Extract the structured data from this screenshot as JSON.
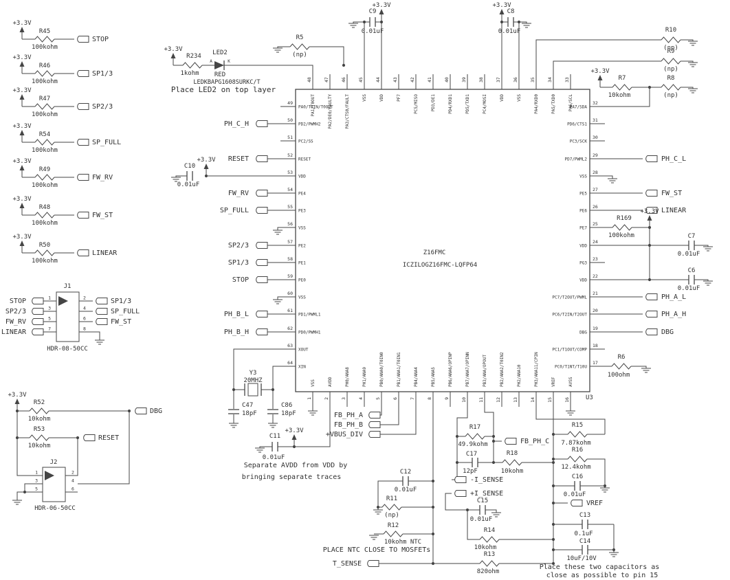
{
  "power_net": "+3.3V",
  "pullup_bank": {
    "items": [
      {
        "ref": "R45",
        "value": "100kohm",
        "net": "STOP"
      },
      {
        "ref": "R46",
        "value": "100kohm",
        "net": "SP1/3"
      },
      {
        "ref": "R47",
        "value": "100kohm",
        "net": "SP2/3"
      },
      {
        "ref": "R54",
        "value": "100kohm",
        "net": "SP_FULL"
      },
      {
        "ref": "R49",
        "value": "100kohm",
        "net": "FW_RV"
      },
      {
        "ref": "R48",
        "value": "100kohm",
        "net": "FW_ST"
      },
      {
        "ref": "R50",
        "value": "100kohm",
        "net": "LINEAR"
      }
    ]
  },
  "j1": {
    "refdes": "J1",
    "part": "HDR-08-50CC",
    "rows": [
      {
        "lpin": "1",
        "lnet": "STOP",
        "rpin": "2",
        "rnet": "SP1/3"
      },
      {
        "lpin": "3",
        "lnet": "SP2/3",
        "rpin": "4",
        "rnet": "SP_FULL"
      },
      {
        "lpin": "5",
        "lnet": "FW_RV",
        "rpin": "6",
        "rnet": "FW_ST"
      },
      {
        "lpin": "7",
        "lnet": "LINEAR",
        "rpin": "8",
        "rnet": ""
      }
    ]
  },
  "j2": {
    "refdes": "J2",
    "part": "HDR-06-50CC",
    "rows": [
      {
        "lpin": "1",
        "rpin": "2"
      },
      {
        "lpin": "3",
        "rpin": "4"
      },
      {
        "lpin": "5",
        "rpin": "6"
      }
    ]
  },
  "debug_header": {
    "r52": {
      "ref": "R52",
      "value": "10kohm"
    },
    "net_dbg": "DBG",
    "r53": {
      "ref": "R53",
      "value": "10kohm"
    },
    "net_reset": "RESET"
  },
  "led_circuit": {
    "r234": {
      "ref": "R234",
      "value": "1kohm"
    },
    "led": {
      "ref": "LED2",
      "color": "RED",
      "part": "LEDKBAPG1608SURKC/T",
      "anode": "A",
      "cathode": "K"
    },
    "r5": {
      "ref": "R5",
      "value": "(np)"
    },
    "note": "Place LED2 on top layer"
  },
  "ic": {
    "refdes": "U3",
    "name": "Z16FMC",
    "part": "ICZILOGZ16FMC-LQFP64",
    "left_pins": [
      {
        "num": "49",
        "name": "PA0/T0IN/T0OUT"
      },
      {
        "num": "50",
        "name": "PD2/PWMH2",
        "tag": "PH_C_H"
      },
      {
        "num": "51",
        "name": "PC2/SS"
      },
      {
        "num": "52",
        "name": "RESET",
        "tag": "RESET"
      },
      {
        "num": "53",
        "name": "VDD"
      },
      {
        "num": "54",
        "name": "PE4",
        "tag": "FW_RV"
      },
      {
        "num": "55",
        "name": "PE3",
        "tag": "SP_FULL"
      },
      {
        "num": "56",
        "name": "VSS"
      },
      {
        "num": "57",
        "name": "PE2",
        "tag": "SP2/3"
      },
      {
        "num": "58",
        "name": "PE1",
        "tag": "SP1/3"
      },
      {
        "num": "59",
        "name": "PE0",
        "tag": "STOP"
      },
      {
        "num": "60",
        "name": "VSS"
      },
      {
        "num": "61",
        "name": "PD1/PWML1",
        "tag": "PH_B_L"
      },
      {
        "num": "62",
        "name": "PD0/PWMH1",
        "tag": "PH_B_H"
      },
      {
        "num": "63",
        "name": "XOUT"
      },
      {
        "num": "64",
        "name": "XIN"
      }
    ],
    "top_pins": [
      {
        "num": "48",
        "name": "PA1/T0OUT"
      },
      {
        "num": "47",
        "name": "PA2/DE0/FAULTY"
      },
      {
        "num": "46",
        "name": "PA3/CTS0/FAULT"
      },
      {
        "num": "45",
        "name": "VSS"
      },
      {
        "num": "44",
        "name": "VDD"
      },
      {
        "num": "43",
        "name": "PF7"
      },
      {
        "num": "42",
        "name": "PC5/MISO"
      },
      {
        "num": "41",
        "name": "PD3/DE1"
      },
      {
        "num": "40",
        "name": "PD4/RXD1"
      },
      {
        "num": "39",
        "name": "PD5/TXD1"
      },
      {
        "num": "38",
        "name": "PC4/MOSI"
      },
      {
        "num": "37",
        "name": "VDD"
      },
      {
        "num": "36",
        "name": "VSS"
      },
      {
        "num": "35",
        "name": "PA4/RXD0"
      },
      {
        "num": "34",
        "name": "PA5/TXD0"
      },
      {
        "num": "33",
        "name": "PA6/SCL"
      }
    ],
    "right_pins": [
      {
        "num": "32",
        "name": "PA7/SDA"
      },
      {
        "num": "31",
        "name": "PD6/CTS1"
      },
      {
        "num": "30",
        "name": "PC3/SCK"
      },
      {
        "num": "29",
        "name": "PD7/PWML2",
        "tag": "PH_C_L"
      },
      {
        "num": "28",
        "name": "VSS"
      },
      {
        "num": "27",
        "name": "PE5",
        "tag": "FW_ST"
      },
      {
        "num": "26",
        "name": "PE6",
        "tag": "LINEAR"
      },
      {
        "num": "25",
        "name": "PE7"
      },
      {
        "num": "24",
        "name": "VDD"
      },
      {
        "num": "23",
        "name": "PG3"
      },
      {
        "num": "22",
        "name": "VDD"
      },
      {
        "num": "21",
        "name": "PC7/T2OUT/PWML",
        "tag": "PH_A_L"
      },
      {
        "num": "20",
        "name": "PC6/T2IN/T2OUT",
        "tag": "PH_A_H"
      },
      {
        "num": "19",
        "name": "DBG",
        "tag": "DBG"
      },
      {
        "num": "18",
        "name": "PC1/T1OUT/COMP"
      },
      {
        "num": "17",
        "name": "PC0/T1NT/T10U"
      }
    ],
    "bottom_pins": [
      {
        "num": "1",
        "name": "VSS"
      },
      {
        "num": "2",
        "name": "AVDD"
      },
      {
        "num": "3",
        "name": "PH0/ANA8"
      },
      {
        "num": "4",
        "name": "PH1/ANA9"
      },
      {
        "num": "5",
        "name": "PB0/ANA0/T0IN0"
      },
      {
        "num": "6",
        "name": "PB1/ANA1/T0IN1"
      },
      {
        "num": "7",
        "name": "PB4/ANA4"
      },
      {
        "num": "8",
        "name": "PB5/ANA5"
      },
      {
        "num": "9",
        "name": "PB6/ANA6/OPINP"
      },
      {
        "num": "10",
        "name": "PB7/ANA7/OPINN"
      },
      {
        "num": "11",
        "name": "PB3/ANA/OPOUT"
      },
      {
        "num": "12",
        "name": "PB2/ANA2/T0IN2"
      },
      {
        "num": "13",
        "name": "PH2/ANA10"
      },
      {
        "num": "14",
        "name": "PH3/ANA11/CPIN"
      },
      {
        "num": "15",
        "name": "VREF"
      },
      {
        "num": "16",
        "name": "AVSS"
      }
    ]
  },
  "caps": {
    "c9": {
      "ref": "C9",
      "value": "0.01uF"
    },
    "c8": {
      "ref": "C8",
      "value": "0.01uF"
    },
    "c10": {
      "ref": "C10",
      "value": "0.01uF"
    },
    "c7": {
      "ref": "C7",
      "value": "0.01uF"
    },
    "c6": {
      "ref": "C6",
      "value": "0.01uF"
    },
    "c11": {
      "ref": "C11",
      "value": "0.01uF"
    },
    "c12": {
      "ref": "C12",
      "value": "0.01uF"
    },
    "c13": {
      "ref": "C13",
      "value": "0.1uF"
    },
    "c14": {
      "ref": "C14",
      "value": "10uF/10V"
    },
    "c15": {
      "ref": "C15",
      "value": "0.01uF"
    },
    "c16": {
      "ref": "C16",
      "value": "0.01uF"
    },
    "c17": {
      "ref": "C17",
      "value": "12pF"
    },
    "c47": {
      "ref": "C47",
      "value": "18pF"
    },
    "c86": {
      "ref": "C86",
      "value": "18pF"
    }
  },
  "resistors": {
    "r7": {
      "ref": "R7",
      "value": "10kohm"
    },
    "r8": {
      "ref": "R8",
      "value": "(np)"
    },
    "r9": {
      "ref": "R9",
      "value": "(np)"
    },
    "r10": {
      "ref": "R10",
      "value": "(np)"
    },
    "r169": {
      "ref": "R169",
      "value": "100kohm"
    },
    "r6": {
      "ref": "R6",
      "value": "100ohm"
    },
    "r11": {
      "ref": "R11",
      "value": "(np)"
    },
    "r12": {
      "ref": "R12",
      "value": "10kohm NTC"
    },
    "r13": {
      "ref": "R13",
      "value": "820ohm"
    },
    "r14": {
      "ref": "R14",
      "value": "10kohm"
    },
    "r15": {
      "ref": "R15",
      "value": "7.87kohm"
    },
    "r16": {
      "ref": "R16",
      "value": "12.4kohm"
    },
    "r17": {
      "ref": "R17",
      "value": "49.9kohm"
    },
    "r18": {
      "ref": "R18",
      "value": "10kohm"
    }
  },
  "crystal": {
    "ref": "Y3",
    "value": "20MHZ"
  },
  "nets": {
    "fb_ph_a": "FB_PH_A",
    "fb_ph_b": "FB_PH_B",
    "vbus_div": "+VBUS_DIV",
    "fb_ph_c": "FB_PH_C",
    "i_sense_n": "-I_SENSE",
    "i_sense_p": "+I_SENSE",
    "vref": "VREF",
    "t_sense": "T_SENSE"
  },
  "notes": {
    "avdd1": "Separate AVDD from VDD by",
    "avdd2": "bringing separate traces",
    "ntc": "PLACE NTC CLOSE TO MOSFETs",
    "caps1": "Place these two capacitors as",
    "caps2": "close as possible to pin 15"
  }
}
